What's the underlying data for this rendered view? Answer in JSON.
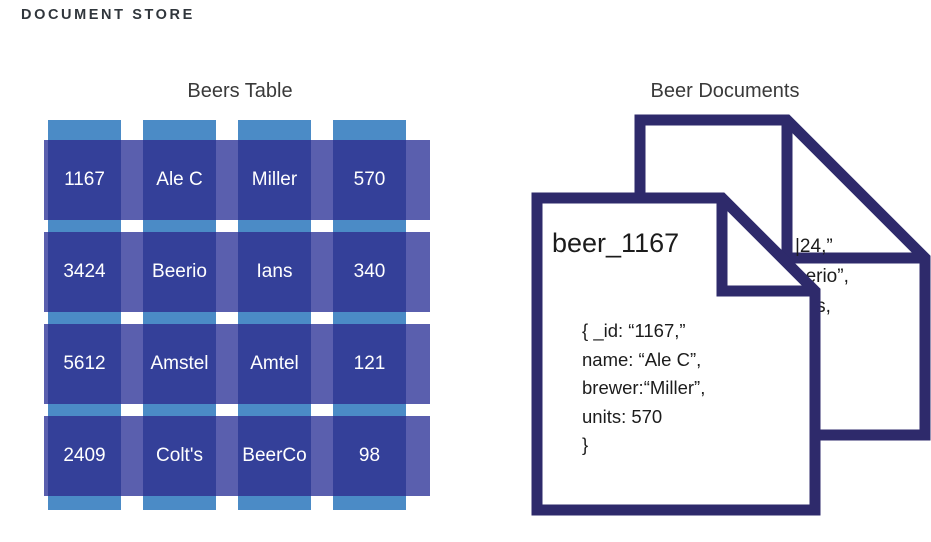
{
  "page": {
    "title": "DOCUMENT STORE",
    "title_color": "#30363c",
    "background": "#ffffff"
  },
  "palette": {
    "column_strip": "#4b8bc6",
    "row_band": "#5a5fae",
    "cell": "#344099",
    "cell_text": "#ffffff",
    "doc_stroke": "#2e2a6b",
    "heading_text": "#3a3a3a"
  },
  "table_panel": {
    "heading": "Beers Table",
    "columns": 4,
    "rows": 4,
    "cells": [
      [
        "1167",
        "Ale C",
        "Miller",
        "570"
      ],
      [
        "3424",
        "Beerio",
        "Ians",
        "340"
      ],
      [
        "5612",
        "Amstel",
        "Amtel",
        "121"
      ],
      [
        "2409",
        "Colt's",
        "BeerCo",
        "98"
      ]
    ]
  },
  "documents_panel": {
    "heading": "Beer Documents",
    "front_document": {
      "title": "beer_1167",
      "body": "{ _id: “1167,”\nname: “Ale C”,\nbrewer:“Miller”,\nunits: 570\n}"
    },
    "back_document": {
      "visible_text": "|24,”\neerio”,\nans,"
    }
  }
}
